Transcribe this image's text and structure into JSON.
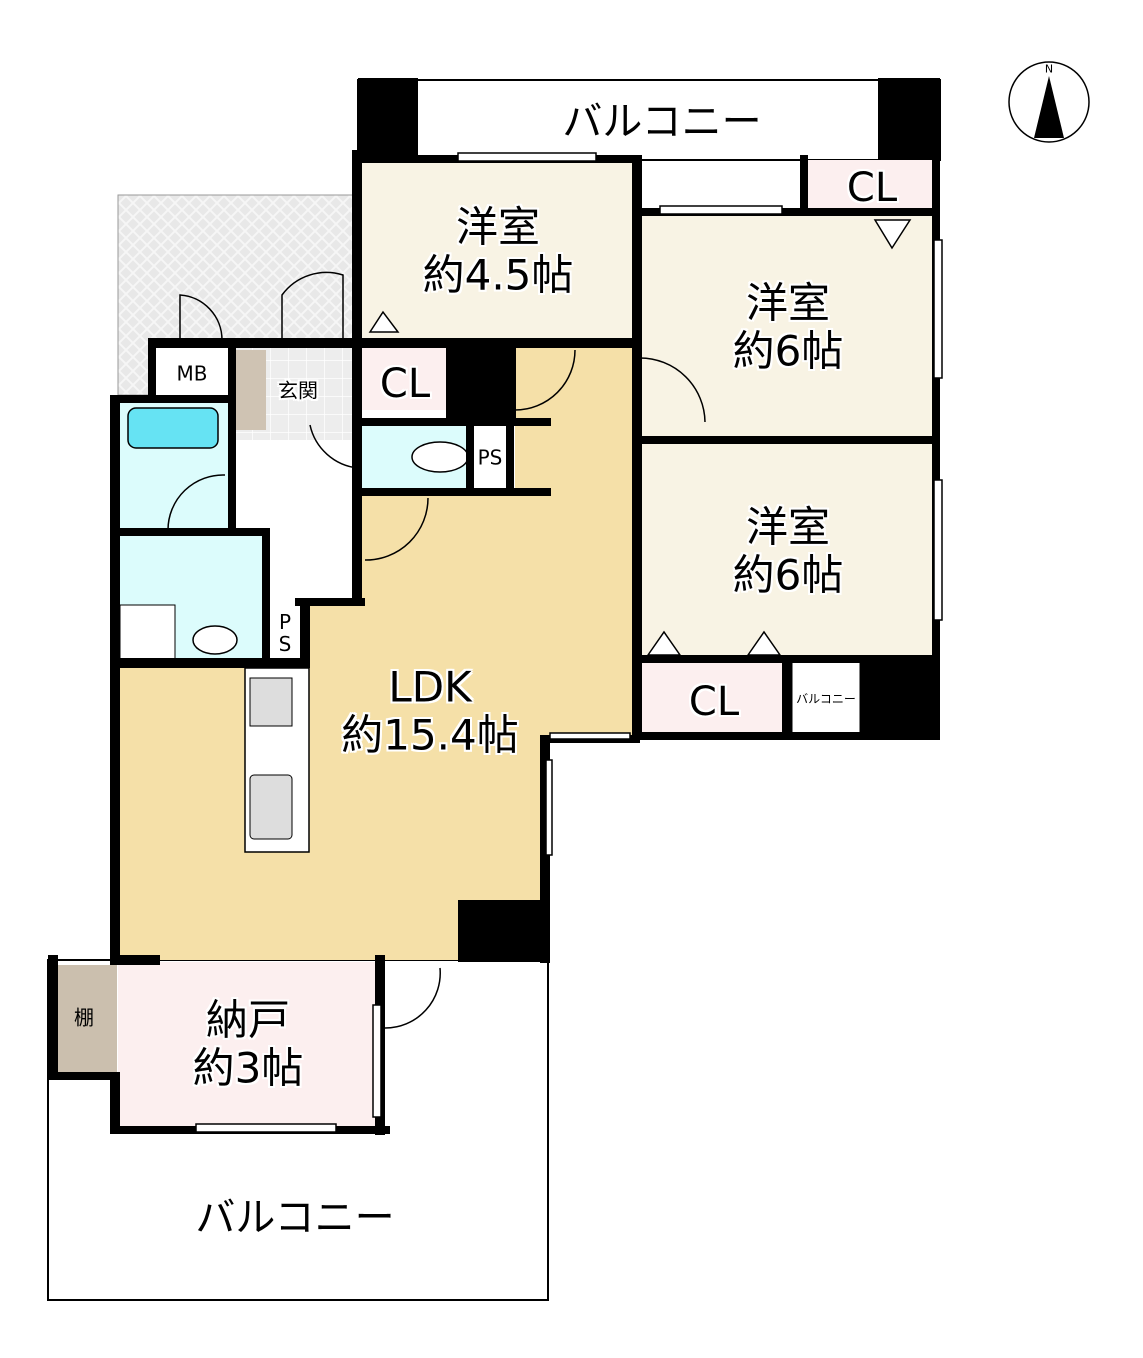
{
  "rooms": {
    "western_room_1": {
      "name": "洋室",
      "size": "約4.5帖"
    },
    "western_room_2": {
      "name": "洋室",
      "size": "約6帖"
    },
    "western_room_3": {
      "name": "洋室",
      "size": "約6帖"
    },
    "ldk": {
      "name": "LDK",
      "size": "約15.4帖"
    },
    "storage_room": {
      "name": "納戸",
      "size": "約3帖"
    }
  },
  "labels": {
    "balcony_top": "バルコニー",
    "balcony_bottom": "バルコニー",
    "balcony_small": "バルコニー",
    "closet_top_right": "CL",
    "closet_middle": "CL",
    "closet_bottom": "CL",
    "meter_box": "MB",
    "entrance": "玄関",
    "pipe_space_toilet": "PS",
    "pipe_space_wash": "P S",
    "shelf": "棚",
    "compass_north": "N"
  },
  "colors": {
    "wall": "#000000",
    "western_room": "#f8f3e4",
    "ldk": "#f5e0a8",
    "closet": "#fcefef",
    "wet_area": "#dcfcfc",
    "bathtub": "#66e3f3",
    "shelf": "#cbbfae",
    "porch": "#e6e6e6"
  }
}
